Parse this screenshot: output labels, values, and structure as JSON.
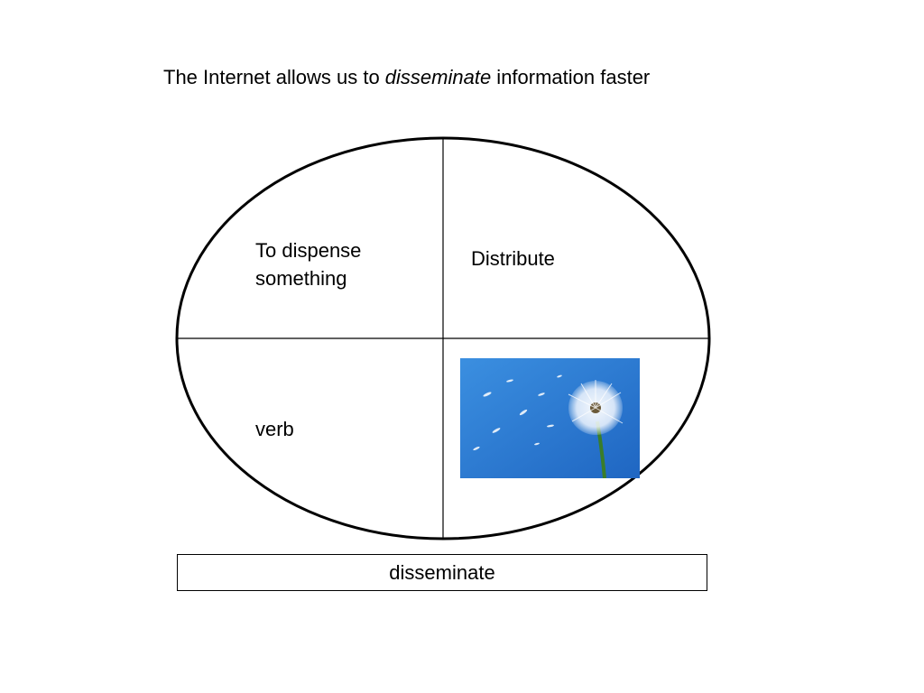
{
  "sentence": {
    "before": "The Internet allows us to ",
    "emphasis": "disseminate",
    "after": " information faster"
  },
  "quadrants": {
    "definition_line1": "To dispense",
    "definition_line2": "something",
    "synonym": "Distribute",
    "part_of_speech": "verb",
    "image_icon": "dandelion-seeds-photo"
  },
  "word": "disseminate",
  "colors": {
    "outline": "#000000",
    "sky": "#2f7fd6",
    "stem": "#3a7d2a"
  }
}
